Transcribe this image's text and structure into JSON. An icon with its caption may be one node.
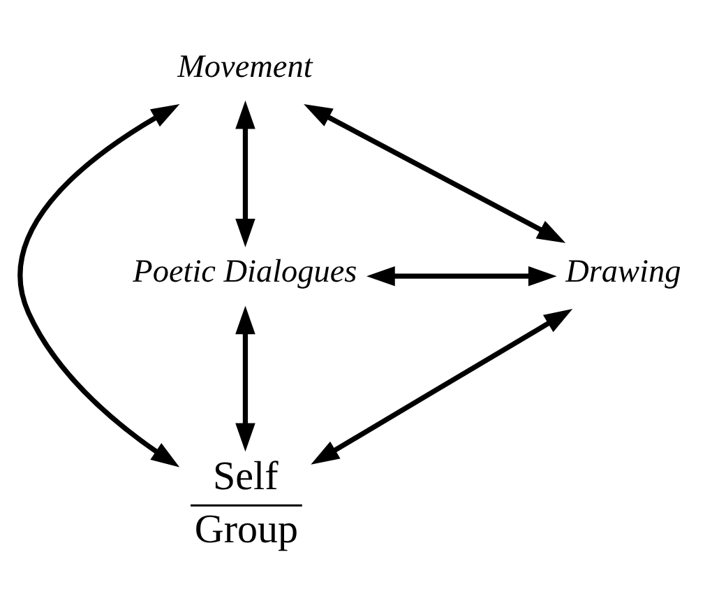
{
  "diagram": {
    "nodes": [
      {
        "text": [
          "Movement"
        ]
      },
      {
        "text": [
          "Self",
          "Group"
        ]
      },
      {
        "text": [
          "Poetic Dialogues"
        ]
      },
      {
        "text": [
          "Drawing"
        ]
      }
    ],
    "edges": [
      {
        "from": 0,
        "to": 1,
        "arrow": "both"
      },
      {
        "from": 2,
        "to": 1,
        "arrow": "both"
      },
      {
        "from": 3,
        "to": 1,
        "arrow": "both"
      },
      {
        "from": 0,
        "to": 2,
        "arrow": "both"
      },
      {
        "from": 0,
        "to": 3,
        "arrow": "both"
      },
      {
        "from": 2,
        "to": 3,
        "arrow": "both"
      }
    ]
  }
}
